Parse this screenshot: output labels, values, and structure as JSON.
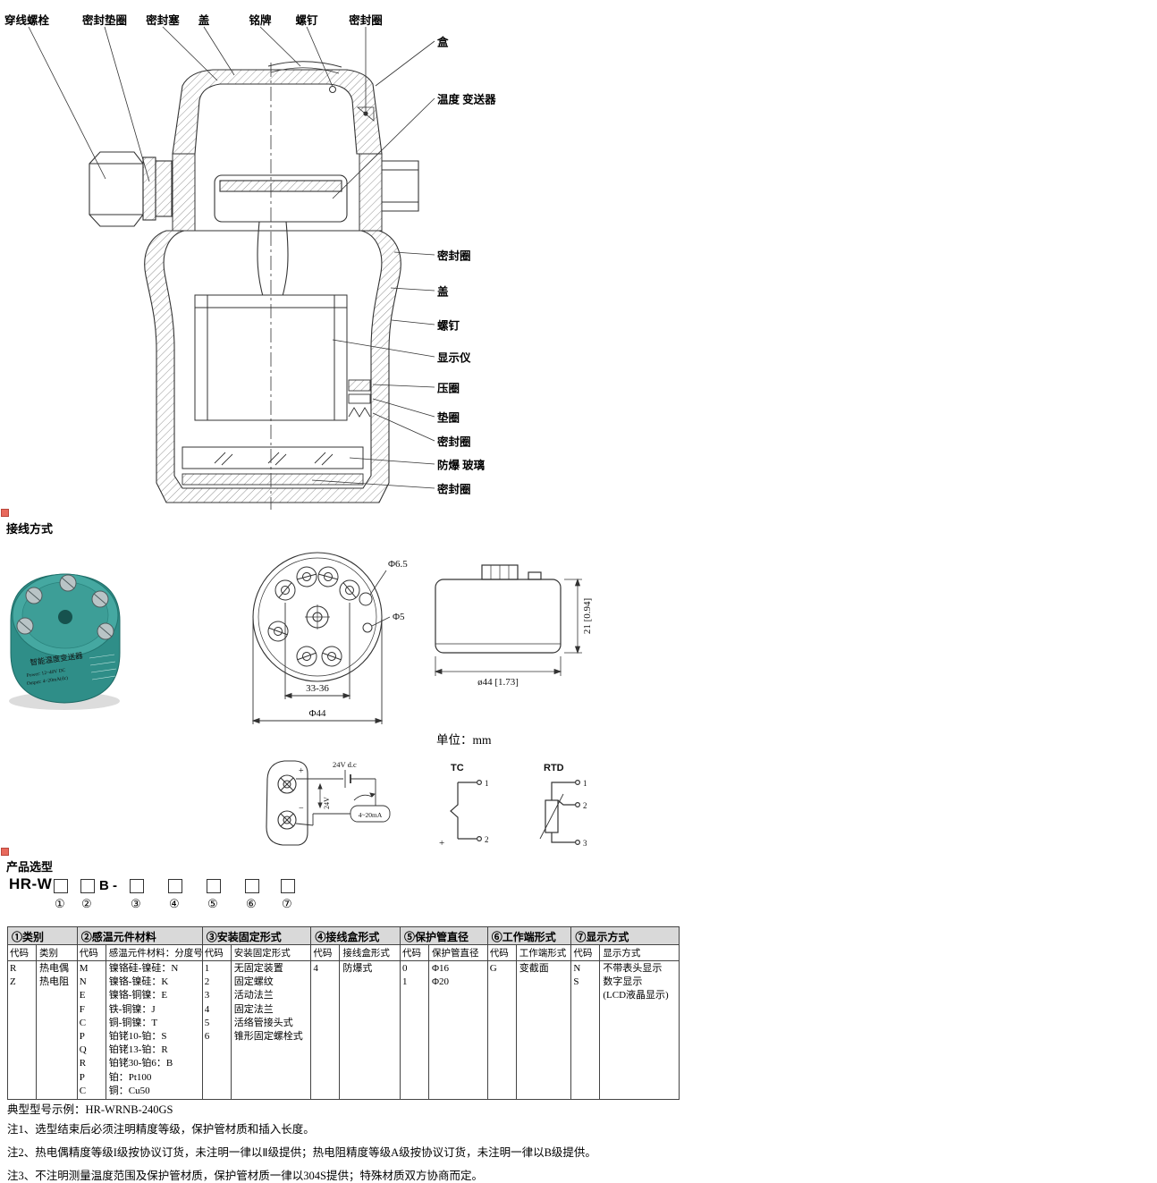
{
  "cross_section": {
    "top_labels": [
      "穿线螺栓",
      "密封垫圈",
      "密封塞",
      "盖",
      "铭牌",
      "螺钉",
      "密封圈"
    ],
    "right_labels": [
      "盒",
      "温度 变送器",
      "密封圈",
      "盖",
      "螺钉",
      "显示仪",
      "压圈",
      "垫圈",
      "密封圈",
      "防爆 玻璃",
      "密封圈"
    ]
  },
  "wiring": {
    "heading": "接线方式",
    "photo": {
      "title": "智能温度变送器",
      "power_line": "Power: 12~40V DC",
      "output_line": "Output: 4~20mA(dc)"
    },
    "top_view": {
      "hole_dim_1": "Φ6.5",
      "hole_dim_2": "Φ5",
      "span_dim": "33-36",
      "diameter_dim": "Φ44"
    },
    "side_view": {
      "height_dim": "21 [0.94]",
      "diameter_dim": "ø44 [1.73]"
    },
    "unit_label": "单位：mm",
    "loop": {
      "supply_label": "24V d.c",
      "current_label": "4~20mA",
      "voltage_label": "24V",
      "plus": "+",
      "minus": "−"
    },
    "tc": {
      "title": "TC",
      "terminal_1": "1",
      "terminal_2": "2",
      "plus": "+"
    },
    "rtd": {
      "title": "RTD",
      "terminal_1": "1",
      "terminal_2": "2",
      "terminal_3": "3"
    }
  },
  "selection": {
    "heading": "产品选型",
    "model_prefix": "HR-W",
    "model_fixed": "B -",
    "position_marks": [
      "①",
      "②",
      "③",
      "④",
      "⑤",
      "⑥",
      "⑦"
    ],
    "table": {
      "columns": [
        {
          "header": "①类别",
          "code_label": "代码",
          "value_label": "类别",
          "rows": [
            [
              "R",
              "热电偶"
            ],
            [
              "Z",
              "热电阻"
            ]
          ]
        },
        {
          "header": "②感温元件材料",
          "code_label": "代码",
          "value_label": "感温元件材料：分度号",
          "rows": [
            [
              "M",
              "镍铬硅-镍硅：N"
            ],
            [
              "N",
              "镍铬-镍硅：K"
            ],
            [
              "E",
              "镍铬-铜镍：E"
            ],
            [
              "F",
              "铁-铜镍：J"
            ],
            [
              "C",
              "铜-铜镍：T"
            ],
            [
              "P",
              "铂铑10-铂：S"
            ],
            [
              "Q",
              "铂铑13-铂：R"
            ],
            [
              "R",
              "铂铑30-铂6：B"
            ],
            [
              "P",
              "铂：Pt100"
            ],
            [
              "C",
              "铜：Cu50"
            ]
          ]
        },
        {
          "header": "③安装固定形式",
          "code_label": "代码",
          "value_label": "安装固定形式",
          "rows": [
            [
              "1",
              "无固定装置"
            ],
            [
              "2",
              "固定螺纹"
            ],
            [
              "3",
              "活动法兰"
            ],
            [
              "4",
              "固定法兰"
            ],
            [
              "5",
              "活络管接头式"
            ],
            [
              "6",
              "锥形固定螺栓式"
            ]
          ]
        },
        {
          "header": "④接线盒形式",
          "code_label": "代码",
          "value_label": "接线盒形式",
          "rows": [
            [
              "4",
              "防爆式"
            ]
          ]
        },
        {
          "header": "⑤保护管直径",
          "code_label": "代码",
          "value_label": "保护管直径",
          "rows": [
            [
              "0",
              "Φ16"
            ],
            [
              "1",
              "Φ20"
            ]
          ]
        },
        {
          "header": "⑥工作端形式",
          "code_label": "代码",
          "value_label": "工作端形式",
          "rows": [
            [
              "G",
              "变截面"
            ]
          ]
        },
        {
          "header": "⑦显示方式",
          "code_label": "代码",
          "value_label": "显示方式",
          "rows": [
            [
              "N",
              "不带表头显示"
            ],
            [
              "S",
              "数字显示"
            ],
            [
              "",
              "(LCD液晶显示)"
            ]
          ]
        }
      ]
    },
    "example": "典型型号示例：HR-WRNB-240GS"
  },
  "notes": [
    "注1、选型结束后必须注明精度等级，保护管材质和插入长度。",
    "注2、热电偶精度等级I级按协议订货，未注明一律以Ⅱ级提供；热电阻精度等级A级按协议订货，未注明一律以B级提供。",
    "注3、不注明测量温度范围及保护管材质，保护管材质一律以304S提供；特殊材质双方协商而定。"
  ]
}
